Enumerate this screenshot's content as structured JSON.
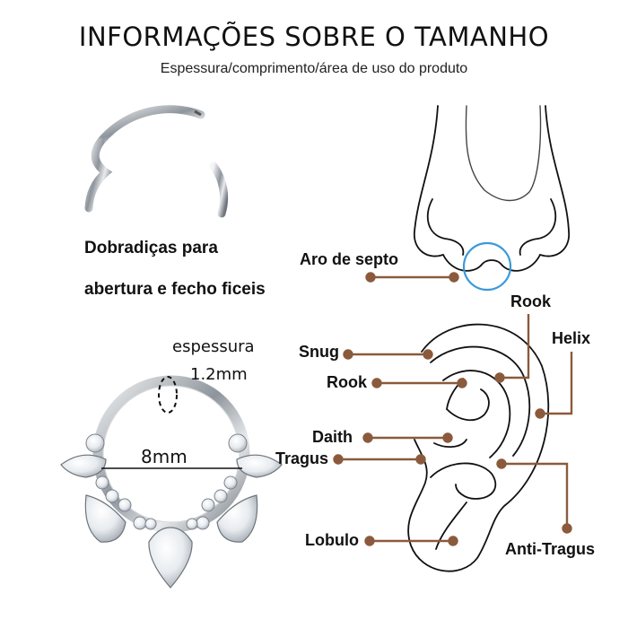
{
  "header": {
    "title": "INFORMAÇÕES SOBRE O TAMANHO",
    "subtitle": "Espessura/comprimento/área de uso do produto"
  },
  "hinge": {
    "line1": "Dobradiças para",
    "line2": "abertura e fecho ficeis"
  },
  "measurements": {
    "thickness_label": "espessura",
    "thickness_value": "1.2mm",
    "diameter_value": "8mm"
  },
  "nose": {
    "septum_label": "Aro de septo"
  },
  "ear_labels": {
    "rook_top": "Rook",
    "helix": "Helix",
    "snug": "Snug",
    "rook_left": "Rook",
    "daith": "Daith",
    "tragus": "Tragus",
    "lobulo": "Lobulo",
    "anti_tragus": "Anti-Tragus"
  },
  "colors": {
    "leader": "#8b5a3c",
    "septum_ring": "#3a9ad9",
    "line_art": "#111111",
    "metal": "#9aa0a6"
  }
}
